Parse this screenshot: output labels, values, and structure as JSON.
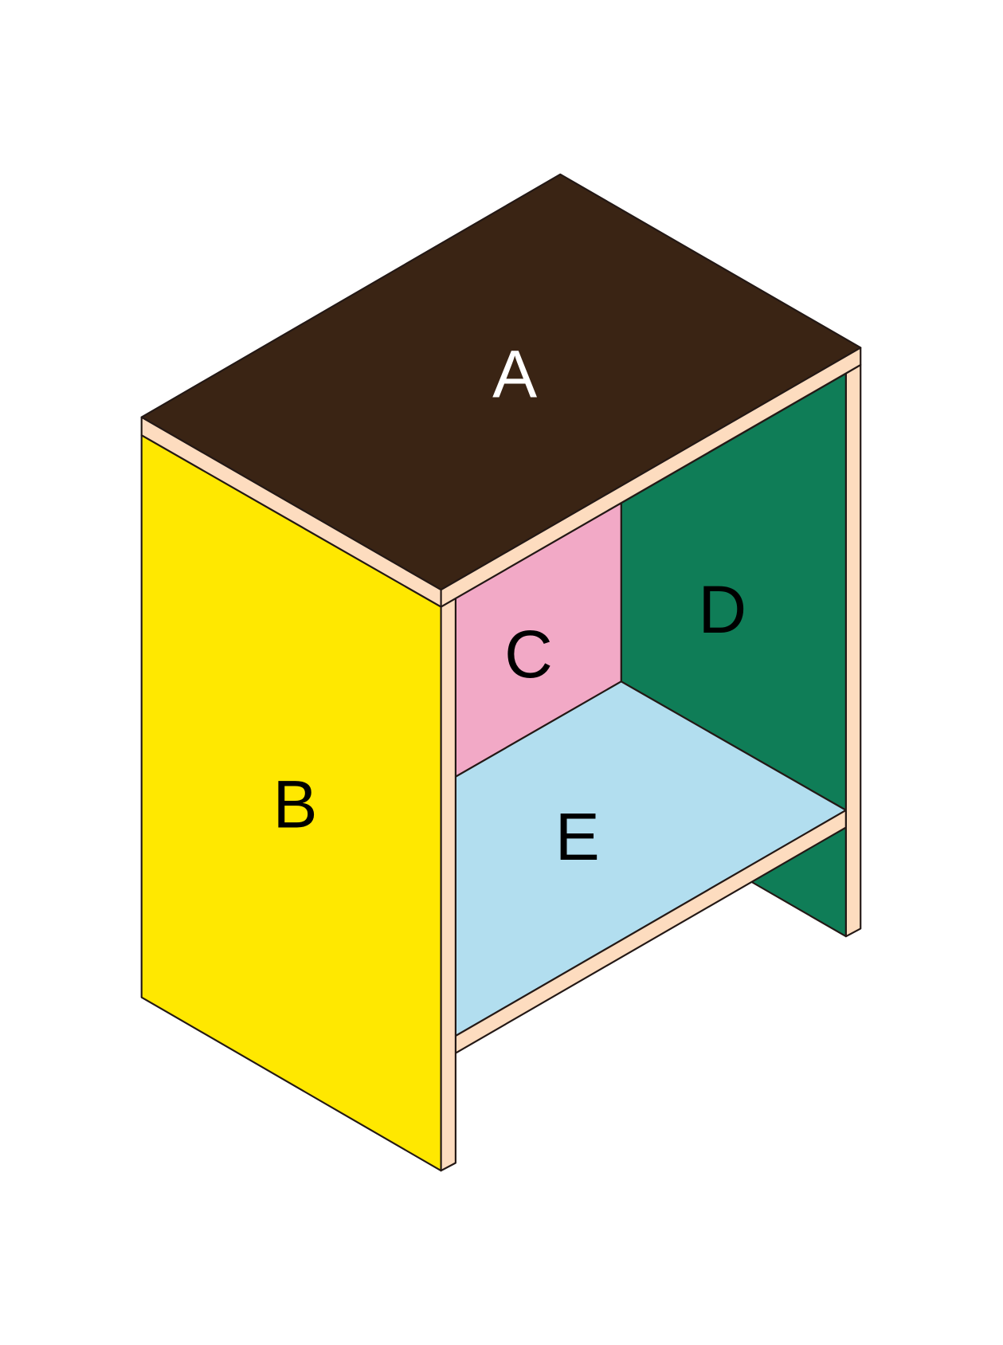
{
  "colors": {
    "top": "#3a2414",
    "side": "#ffe800",
    "back_left": "#f2a9c6",
    "back_right": "#0f7d57",
    "shelf": "#b2deef",
    "edge": "#fddcbf",
    "label_dark": "#000000",
    "label_light": "#ffffff"
  },
  "labels": {
    "top": "A",
    "side": "B",
    "back_left": "C",
    "back_right": "D",
    "shelf": "E"
  }
}
